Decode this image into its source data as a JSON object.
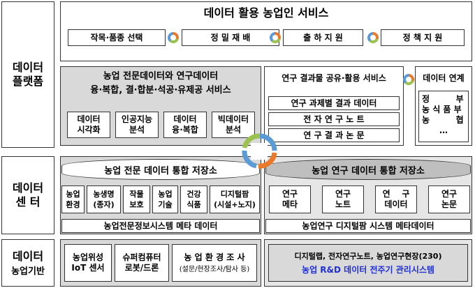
{
  "side": {
    "platform": "데이터\n플랫폼",
    "center": "데이터\n센    터",
    "base_top": "데이터",
    "base_bottom": "농업기반"
  },
  "top": {
    "title": "데이터 활용 농업인 서비스",
    "services": [
      "작목·품종 선택",
      "정 밀 재 배",
      "출 하 지 원",
      "정 책 지 원"
    ]
  },
  "platform": {
    "main_title": "농업  전문데이터와  연구데이터\n융·복합,  결·합분·석공·유제공  서비스",
    "tools": [
      "데이터\n시각화",
      "인공지능\n분석",
      "데이터\n융·복합",
      "빅데이터\n분석"
    ],
    "research_title": "연구 결과물 공유·활용 서비스",
    "research_items": [
      "연구  과제별  결과  데이터",
      "전    자    연    구    노    트",
      "연    구    결    과    논    문"
    ],
    "link_title": "데이터 연계",
    "link_items": [
      "정         부",
      "농 식 품 부",
      "농         협",
      "…"
    ]
  },
  "center": {
    "left_db": "농업 전문 데이터 통합 저장소",
    "left_items": [
      "농업\n환경",
      "농생명\n(종자)",
      "작물\n보호",
      "농업\n기술",
      "건강\n식품",
      "디지털팜\n(시설+노지)"
    ],
    "left_meta": "농업전문정보시스템 메타 데이터",
    "right_db": "농업 연구 데이터 통합 저장소",
    "right_items": [
      "연구\n메타",
      "연구\n노트",
      "연    구\n데이터",
      "연구\n논문"
    ],
    "right_meta": "농업연구 디지털팜 시스템 메타데이터"
  },
  "base": {
    "items": [
      "농업위성\nIoT 센서",
      "슈퍼컴퓨터\n로봇/드론"
    ],
    "survey_title": "농 업 환 경 조 사",
    "survey_sub": "(설문/현장조사/탐사 등)",
    "right_line1": "디지털랩, 전자연구노트, 농업연구현장(230)",
    "right_line2": "농업 R&D 데이터 전주기 관리시스템"
  },
  "colors": {
    "ring_orange": "#e97a2c",
    "ring_green": "#9bc24e",
    "ring_blue": "#5b9bd5",
    "highlight_blue": "#1f2fd6",
    "panel_gray": "#d9d9d9"
  }
}
